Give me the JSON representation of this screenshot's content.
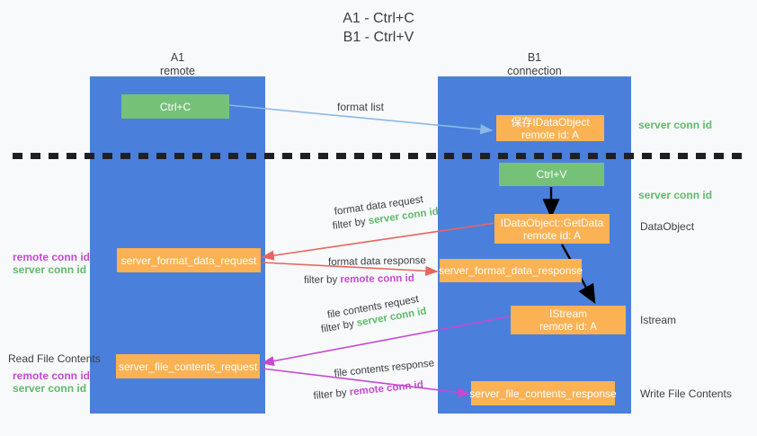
{
  "title": "A1 - Ctrl+C\nB1 - Ctrl+V",
  "columns": {
    "left": {
      "name": "A1",
      "role": "remote",
      "header": "A1\nremote"
    },
    "right": {
      "name": "B1",
      "role": "connection",
      "header": "B1\nconnection"
    }
  },
  "nodes": {
    "ctrl_c": {
      "label": "Ctrl+C",
      "color": "#76c178"
    },
    "save_idataobject": {
      "label": "保存IDataObject\nremote id: A",
      "color": "#fbb254"
    },
    "ctrl_v": {
      "label": "Ctrl+V",
      "color": "#76c178"
    },
    "getdata": {
      "label": "IDataObject::GetData\nremote id: A",
      "color": "#fbb254"
    },
    "server_format_data_request": {
      "label": "server_format_data_request",
      "color": "#fbb254"
    },
    "server_format_data_response": {
      "label": "server_format_data_response",
      "color": "#fbb254"
    },
    "istream": {
      "label": "IStream\nremote id: A",
      "color": "#fbb254"
    },
    "server_file_contents_request": {
      "label": "server_file_contents_request",
      "color": "#fbb254"
    },
    "server_file_contents_response": {
      "label": "server_file_contents_response",
      "color": "#fbb254"
    }
  },
  "edges": {
    "format_list": {
      "label": "format list",
      "color": "#8ab9e8"
    },
    "format_data_request": {
      "label": "format data request",
      "filter_prefix": "filter by ",
      "filter_value": "server conn id",
      "color": "#e8655f"
    },
    "format_data_response": {
      "label": "format data response",
      "filter_prefix": "filter by ",
      "filter_value": "remote conn id",
      "color": "#e8655f"
    },
    "file_contents_request": {
      "label": "file contents request",
      "filter_prefix": "filter by ",
      "filter_value": "server conn id",
      "color": "#c44ad0"
    },
    "file_contents_response": {
      "label": "file contents response",
      "filter_prefix": "filter by ",
      "filter_value": "remote conn id",
      "color": "#c44ad0"
    }
  },
  "annotations": {
    "right_server_conn_id_top": "server conn id",
    "right_server_conn_id_mid": "server conn id",
    "right_dataobject": "DataObject",
    "right_istream": "Istream",
    "right_write_file_contents": "Write File Contents",
    "left_read_file_contents": "Read File Contents",
    "left_remote_conn_id_1": "remote conn id",
    "left_server_conn_id_1": "server conn id",
    "left_remote_conn_id_2": "remote conn id",
    "left_server_conn_id_2": "server conn id"
  },
  "colors": {
    "lane": "#4a80db",
    "green": "#76c178",
    "orange": "#fbb254",
    "green_text": "#5fba6a",
    "purple_text": "#c44ad0",
    "red_arrow": "#e8655f",
    "blue_arrow": "#8ab9e8",
    "background": "#f8f9fa"
  }
}
